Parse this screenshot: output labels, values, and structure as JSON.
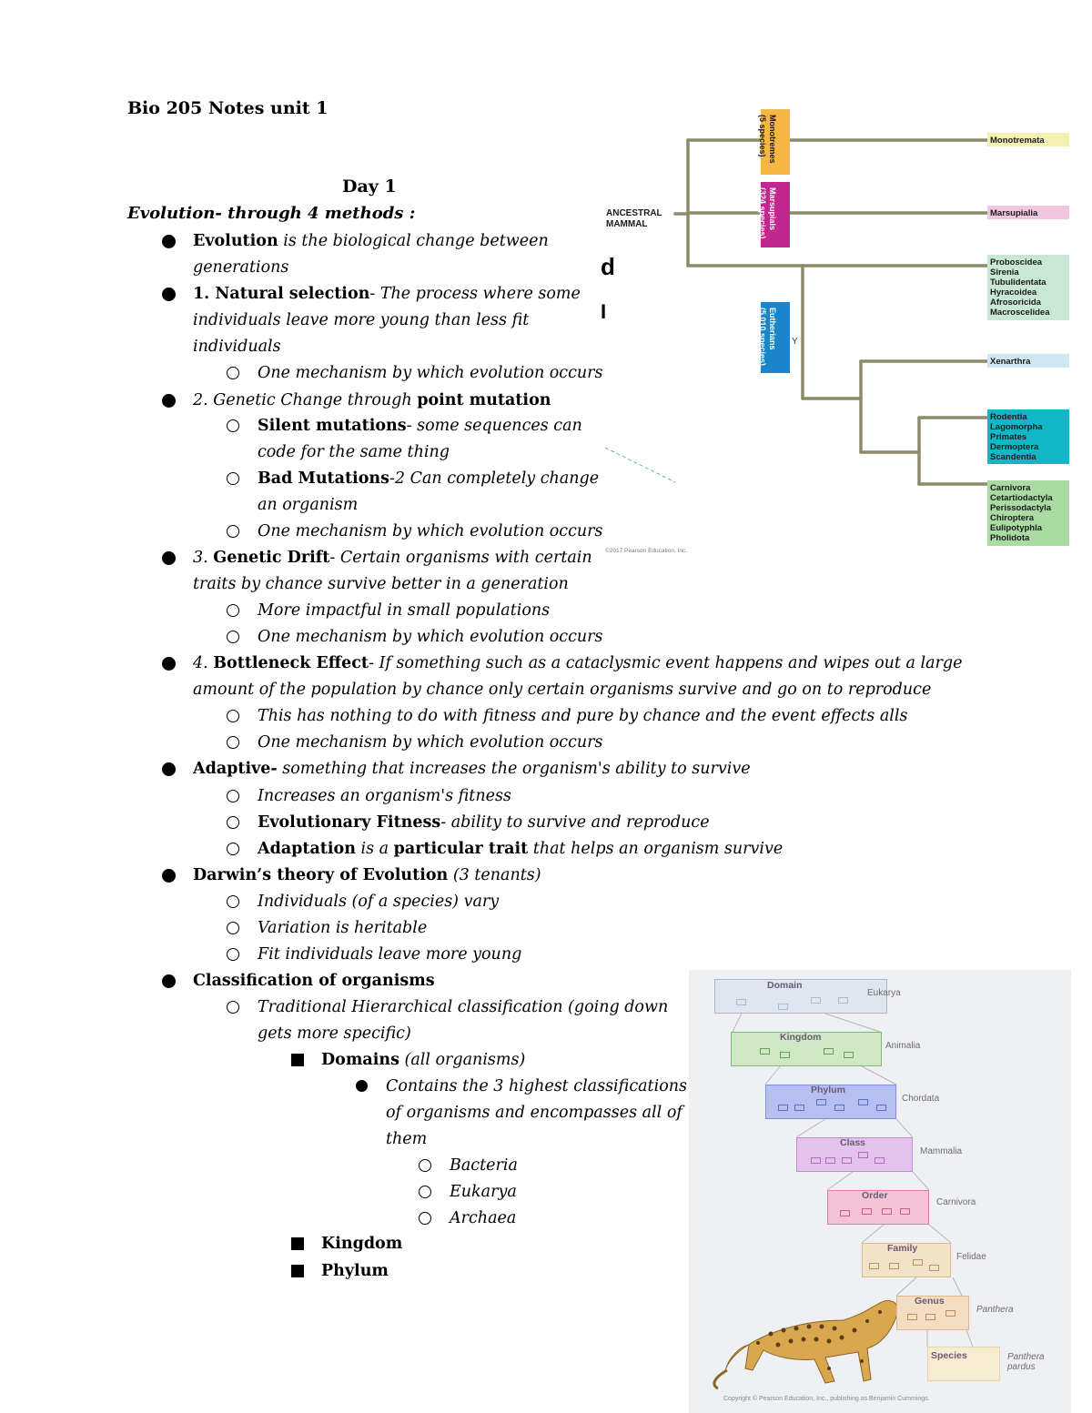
{
  "title": "Bio 205 Notes unit 1",
  "day": "Day 1",
  "subheading": "Evolution- through 4 methods :",
  "notes": {
    "evolution_term": "Evolution",
    "evolution_def_1": " is the biological change between",
    "evolution_def_2": "generations",
    "ns_term": "1. Natural selection",
    "ns_def_1": "- The process where some",
    "ns_def_2": "individuals leave more young than less fit",
    "ns_def_3": "individuals",
    "mechanism": "One mechanism by which evolution occurs",
    "gc_lead": "2. Genetic Change through ",
    "gc_term": "point mutation",
    "silent_term": "Silent mutations",
    "silent_def_1": "- some sequences can",
    "silent_def_2": "code for the same thing",
    "bad_term": "Bad Mutations",
    "bad_def_1": "-2 Can completely change",
    "bad_def_2": "an organism",
    "drift_num": "3. ",
    "drift_term": "Genetic Drift",
    "drift_def_1": "- Certain organisms with certain",
    "drift_def_2": "traits by chance survive better in a generation",
    "drift_sub": "More impactful in small populations",
    "bottle_num": "4. ",
    "bottle_term": "Bottleneck Effect",
    "bottle_def_1": "- If something such as a cataclysmic event happens and wipes out a large",
    "bottle_def_2": "amount of the population by chance only certain organisms survive and go on to reproduce",
    "bottle_sub": "This has nothing to do with fitness and pure by chance and the event effects alls",
    "adaptive_term": "Adaptive-",
    "adaptive_def": " something that increases the organism's ability to survive",
    "adaptive_sub1": "Increases an organism's fitness",
    "fitness_term": "Evolutionary Fitness",
    "fitness_def": "- ability to survive and reproduce",
    "adaptation_term": "Adaptation",
    "adaptation_mid": " is a ",
    "adaptation_trait": "particular trait",
    "adaptation_def": " that helps an organism survive",
    "darwin_term": "Darwin’s theory of Evolution",
    "darwin_def": " (3 tenants)",
    "darwin_1": "Individuals (of a species) vary",
    "darwin_2": "Variation is heritable",
    "darwin_3": "Fit individuals leave more young",
    "class_term": "Classification of organisms",
    "class_sub_1": "Traditional Hierarchical classification (going down",
    "class_sub_2": "gets more specific)",
    "domains_term": "Domains",
    "domains_def": " (all organisms)",
    "domains_sub_1": "Contains the 3 highest classifications",
    "domains_sub_2": "of organisms and encompasses all of",
    "domains_sub_3": "them",
    "d1": "Bacteria",
    "d2": "Eukarya",
    "d3": "Archaea",
    "kingdom": "Kingdom",
    "phylum": "Phylum"
  },
  "phylogeny": {
    "root": [
      "ANCESTRAL",
      "MAMMAL"
    ],
    "group1": [
      "Monotremes",
      "(5 species)"
    ],
    "group2": [
      "Marsupials",
      "(324 species)"
    ],
    "group3": [
      "Eutherians",
      "(5,010 species)"
    ],
    "tip_mono": "Monotremata",
    "tip_mars": "Marsupialia",
    "tip_afro": [
      "Proboscidea",
      "Sirenia",
      "Tubulidentata",
      "Hyracoidea",
      "Afrosoricida",
      "Macroscelidea"
    ],
    "tip_xen": "Xenarthra",
    "tip_euarch": [
      "Rodentia",
      "Lagomorpha",
      "Primates",
      "Dermoptera",
      "Scandentia"
    ],
    "tip_laur": [
      "Carnivora",
      "Cetartiodactyla",
      "Perissodactyla",
      "Chiroptera",
      "Eulipotyphla",
      "Pholidota"
    ],
    "copyright": "©2017 Pearson Education, Inc.",
    "colors": {
      "mono": "#f5b643",
      "mars": "#c2278f",
      "euth": "#1a86c9",
      "branch": "#8b8b6b",
      "tip_mono": "#f4f0b0",
      "tip_mars": "#f1c6df",
      "tip_afro": "#c9e7d5",
      "tip_xen": "#cfe6f3",
      "tip_euarch": "#12b7c7",
      "tip_laur": "#a9dba3"
    }
  },
  "taxonomy": {
    "levels": [
      {
        "rank": "Domain",
        "name": "Eukarya",
        "color": "#a9b9cf",
        "fill": "#dfe6ef"
      },
      {
        "rank": "Kingdom",
        "name": "Animalia",
        "color": "#7cbf6b",
        "fill": "#cfe8c4"
      },
      {
        "rank": "Phylum",
        "name": "Chordata",
        "color": "#7f8ee0",
        "fill": "#b6bff2"
      },
      {
        "rank": "Class",
        "name": "Mammalia",
        "color": "#c889d6",
        "fill": "#e3c3ec"
      },
      {
        "rank": "Order",
        "name": "Carnivora",
        "color": "#e07fa6",
        "fill": "#f4c3d6"
      },
      {
        "rank": "Family",
        "name": "Felidae",
        "color": "#d9b98a",
        "fill": "#f1e2c8"
      },
      {
        "rank": "Genus",
        "name": "Panthera",
        "color": "#dfb88c",
        "fill": "#f3dec4"
      },
      {
        "rank": "Species",
        "name": "Panthera pardus",
        "color": "#e8d6a8",
        "fill": "#f6ecd2"
      }
    ],
    "copyright": "Copyright © Pearson Education, Inc., publishing as Benjamin Cummings."
  }
}
